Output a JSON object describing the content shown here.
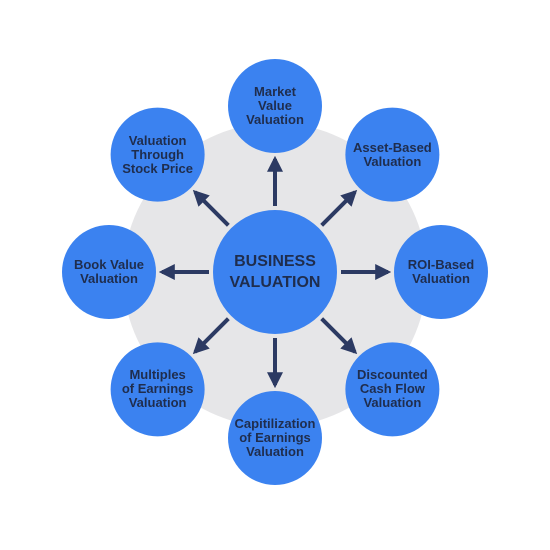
{
  "colors": {
    "background_disc": "#e6e6e8",
    "node_fill": "#3b82f0",
    "text": "#1f2d4d",
    "arrow": "#2c3a63"
  },
  "center": {
    "label": "BUSINESS\nVALUATION"
  },
  "nodes": [
    {
      "id": "market-value",
      "label": "Market\nValue\nValuation"
    },
    {
      "id": "asset-based",
      "label": "Asset-Based\nValuation"
    },
    {
      "id": "roi-based",
      "label": "ROI-Based\nValuation"
    },
    {
      "id": "discounted-cash-flow",
      "label": "Discounted\nCash Flow\nValuation"
    },
    {
      "id": "capitilization-of-earnings",
      "label": "Capitilization\nof Earnings\nValuation"
    },
    {
      "id": "multiples-of-earnings",
      "label": "Multiples\nof Earnings\nValuation"
    },
    {
      "id": "book-value",
      "label": "Book Value\nValuation"
    },
    {
      "id": "stock-price",
      "label": "Valuation\nThrough\nStock Price"
    }
  ]
}
